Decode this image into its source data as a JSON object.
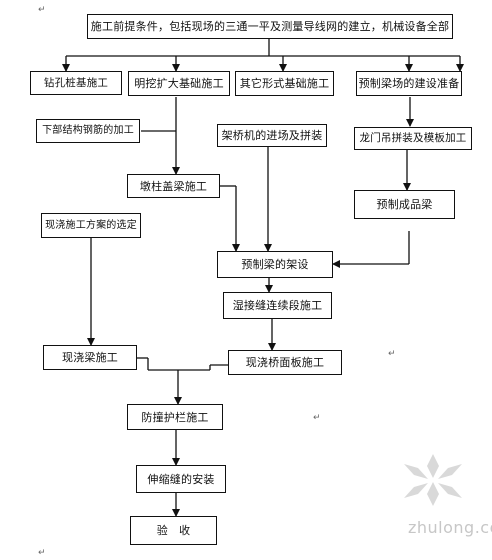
{
  "nodes": {
    "prerequisites": "施工前提条件，包括现场的三通一平及测量导线网的建立，机械设备全部",
    "bored_pile": "钻孔桩基施工",
    "open_foundation": "明挖扩大基础施工",
    "other_foundation": "其它形式基础施工",
    "precast_yard": "预制梁场的建设准备",
    "substructure_rebar": "下部结构钢筋的加工",
    "bridge_machine": "架桥机的进场及拼装",
    "gantry_formwork": "龙门吊拼装及模板加工",
    "pier_capbeam": "墩柱盖梁施工",
    "precast_beam": "预制成品梁",
    "castinplace_scheme": "现浇施工方案的选定",
    "erection": "预制梁的架设",
    "wet_joint": "湿接缝连续段施工",
    "castinplace_beam": "现浇梁施工",
    "deck_slab": "现浇桥面板施工",
    "guardrail": "防撞护栏施工",
    "expansion_joint": "伸缩缝的安装",
    "acceptance": "验　收"
  },
  "watermark": {
    "text": "zhulong.com"
  },
  "colors": {
    "line": "#111111",
    "box_border": "#111111",
    "watermark": "#c7c7c7"
  }
}
